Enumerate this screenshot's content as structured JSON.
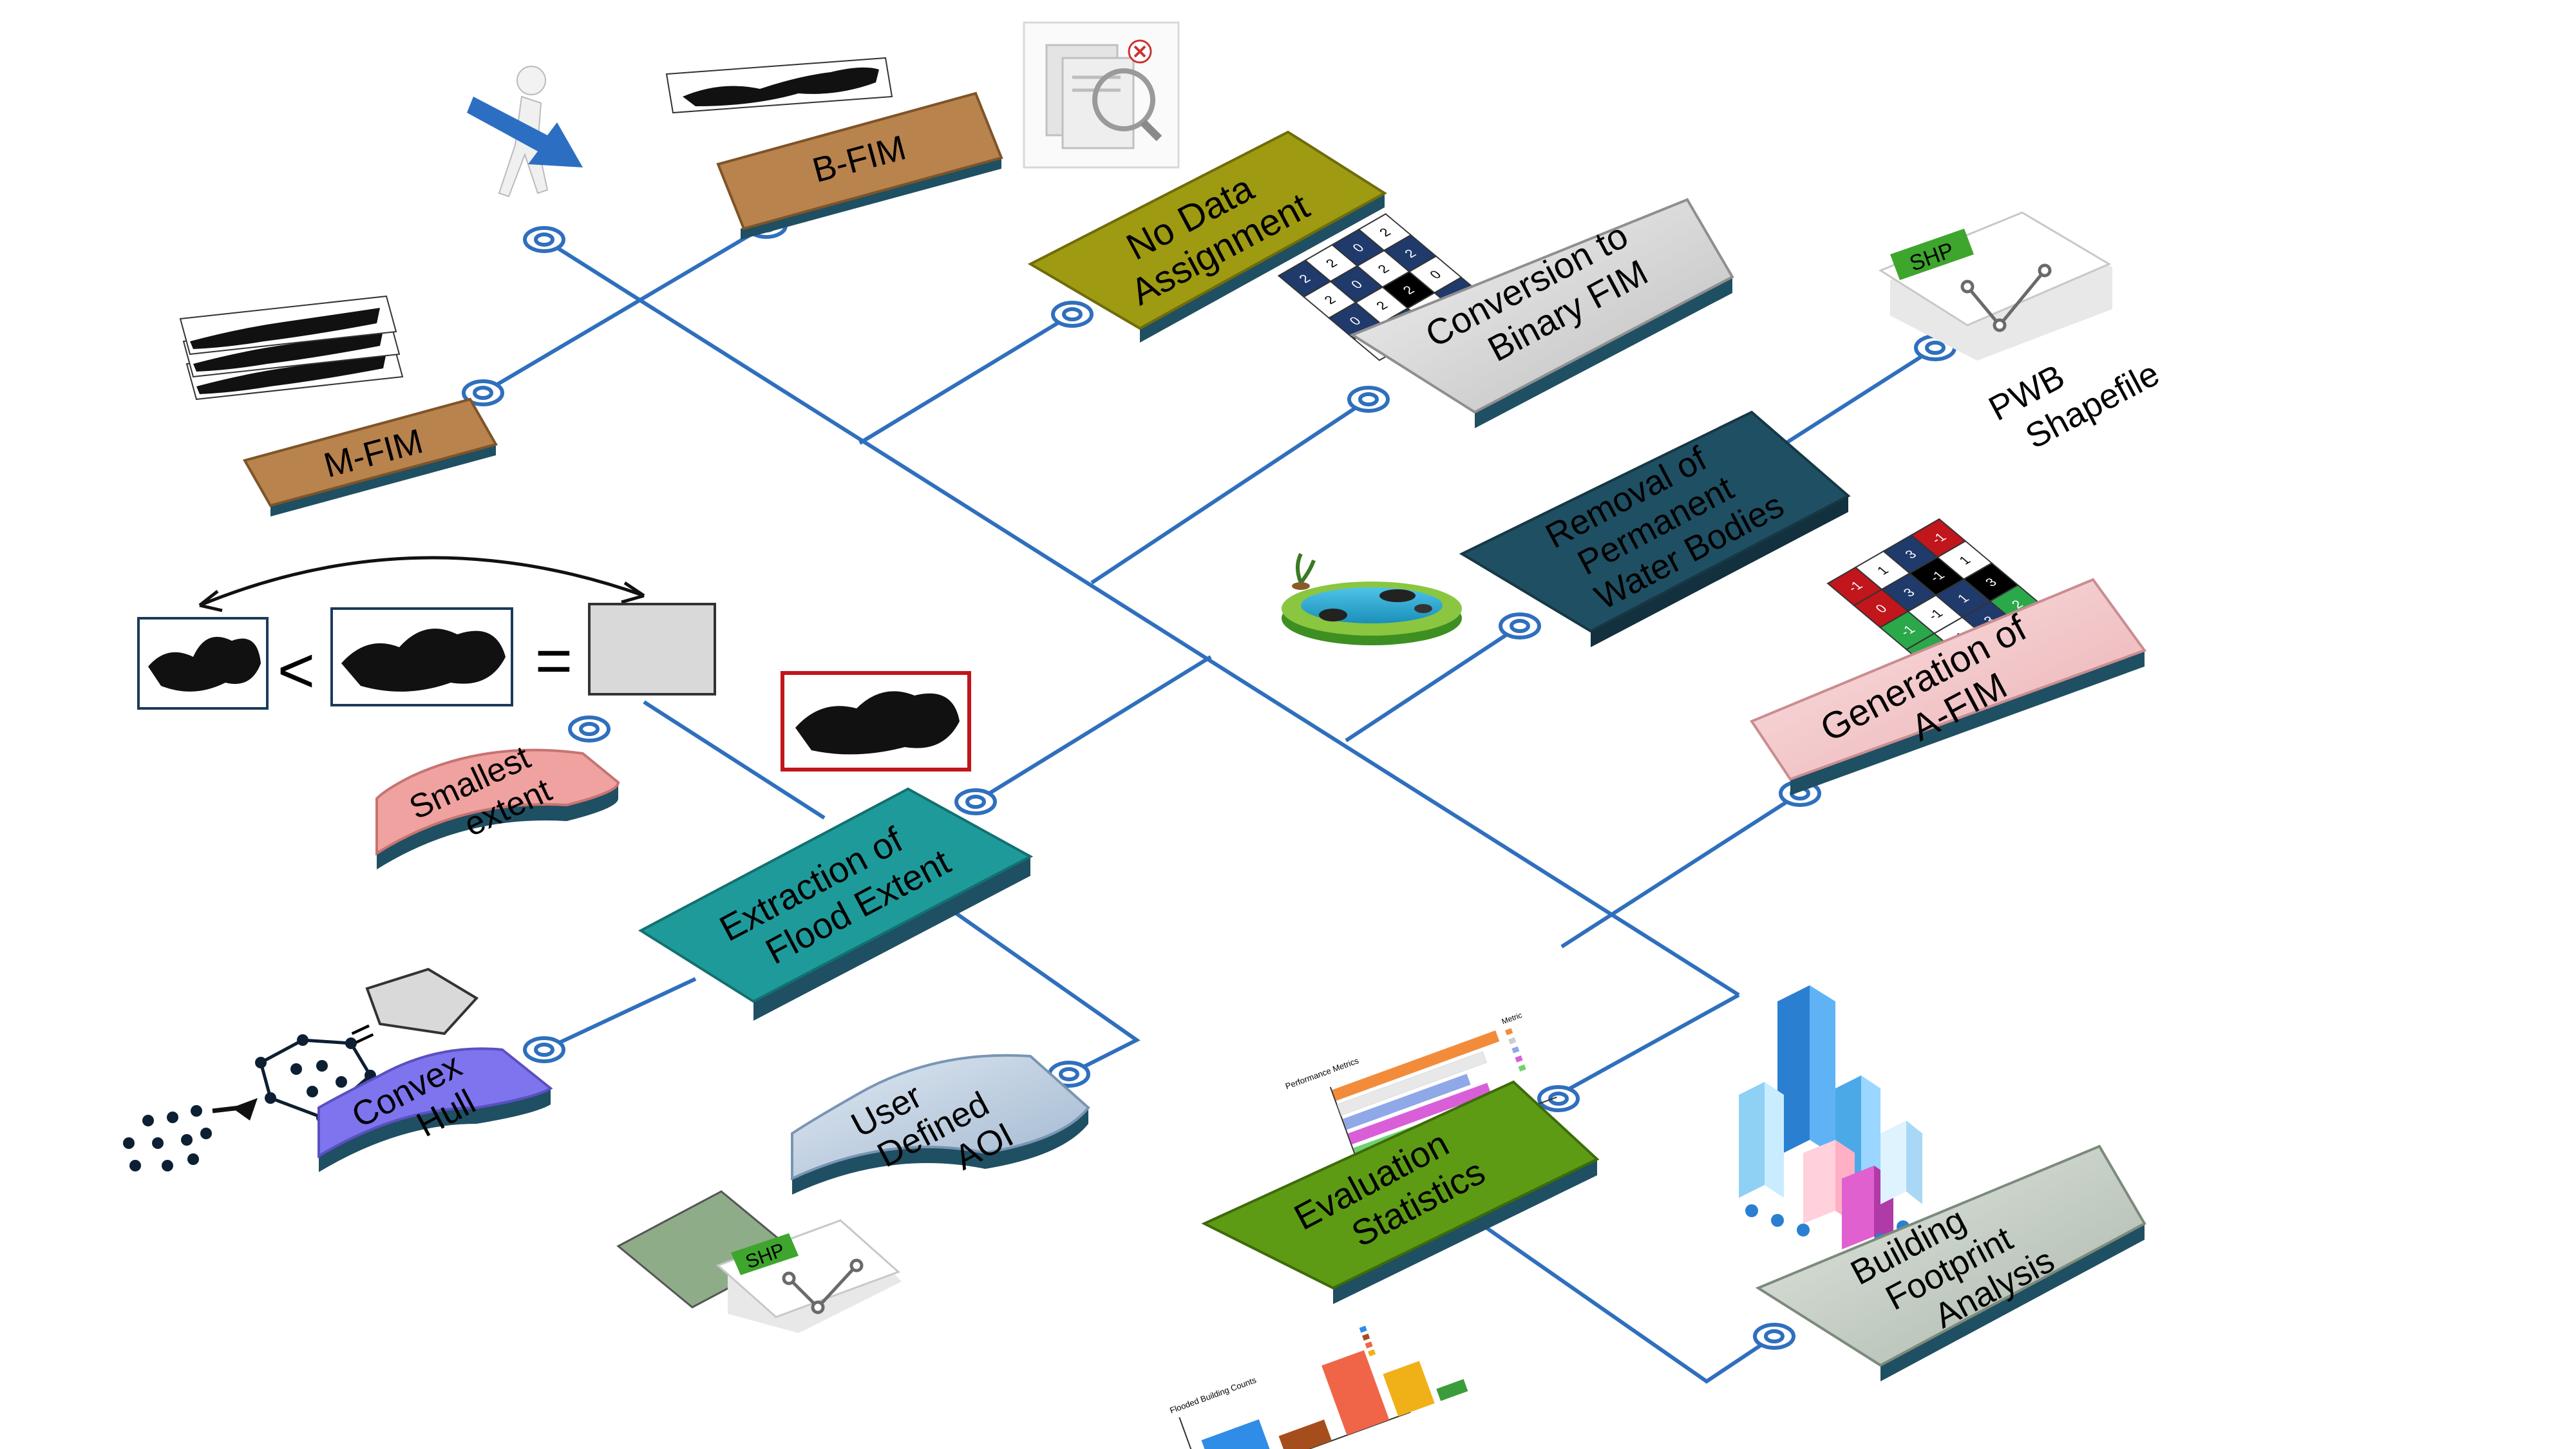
{
  "boxes": {
    "bfim": "B-FIM",
    "mfim": "M-FIM",
    "no_data": [
      "No Data",
      "Assignment"
    ],
    "binary": [
      "Conversion to",
      "Binary FIM"
    ],
    "pwb_removal": [
      "Removal of",
      "Permanent",
      "Water Bodies"
    ],
    "afim": [
      "Generation of",
      "A-FIM"
    ],
    "extraction": [
      "Extraction of",
      "Flood Extent"
    ],
    "smallest": [
      "Smallest",
      "extent"
    ],
    "convex": [
      "Convex",
      "Hull"
    ],
    "aoi": [
      "User",
      "Defined",
      "AOI"
    ],
    "evaluation": [
      "Evaluation",
      "Statistics"
    ],
    "building": [
      "Building",
      "Footprint",
      "Analysis"
    ]
  },
  "pwb_shapefile": [
    "PWB",
    "Shapefile"
  ],
  "shp_badge": "SHP",
  "symbols": {
    "less_than": "<",
    "equals": "="
  },
  "binary_grid": [
    "2",
    "2",
    "0",
    "2",
    "2",
    "0",
    "2",
    "2",
    "0",
    "2",
    "2",
    "0",
    "2",
    "0",
    "0",
    "0"
  ],
  "afim_grid": [
    "-1",
    "1",
    "3",
    "-1",
    "0",
    "3",
    "-1",
    "1",
    "-1",
    "-1",
    "1",
    "3",
    "0",
    "1",
    "3",
    "2"
  ],
  "chart_labels": {
    "perf_title": "Performance Metrics",
    "perf_legend": "Metric",
    "bld_title": "Flooded Building Counts"
  },
  "colors": {
    "line": "#2f6fbd",
    "bfim_mfim": "#b9834d",
    "no_data": "#9e9a12",
    "binary": "#d4d5d6",
    "pwb_removal": "#1f4f62",
    "afim": "#f2c4c7",
    "extraction": "#1f9a9a",
    "smallest": "#f0a2a0",
    "convex": "#7e74ee",
    "aoi": "#b9cce0",
    "evaluation": "#5d9b14",
    "building": "#c3ccc3"
  }
}
